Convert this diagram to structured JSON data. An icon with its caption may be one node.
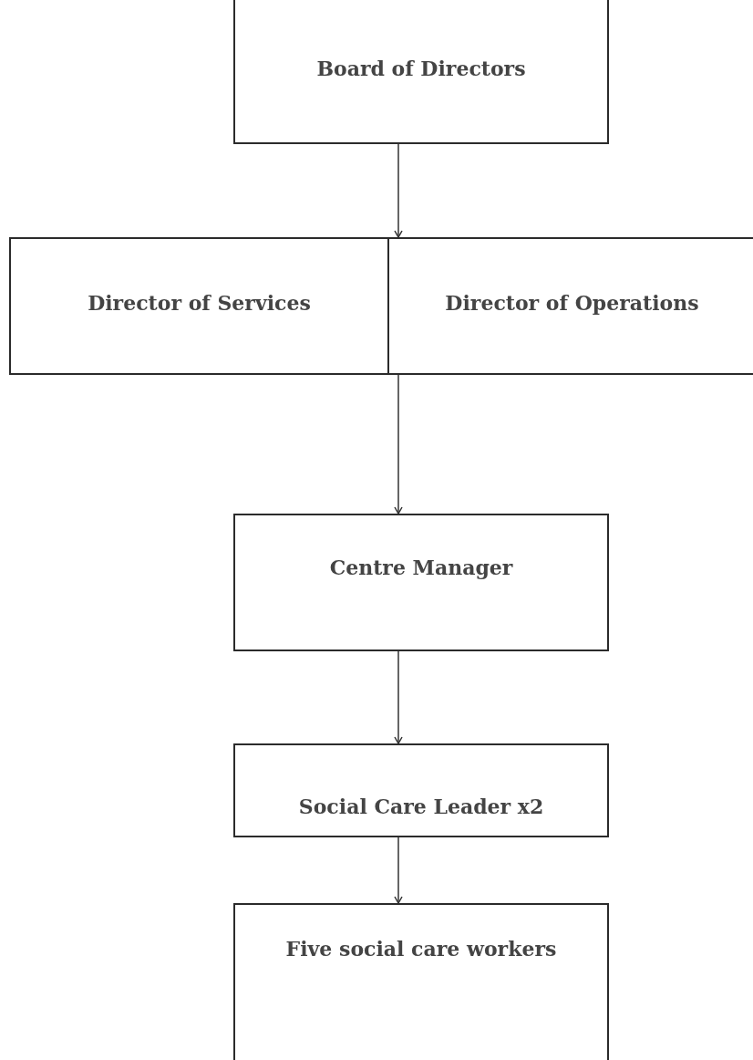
{
  "diagram": {
    "nodes": [
      {
        "text": [
          "Board of Directors"
        ]
      },
      {
        "text": [],
        "shape": "box"
      },
      {
        "text": [
          "Director of Services"
        ],
        "in": 1
      },
      {
        "text": [
          "Director of Operations"
        ],
        "in": 1
      },
      {
        "text": [
          "Centre Manager"
        ]
      },
      {
        "text": [
          "Social Care Leader x2"
        ]
      },
      {
        "text": [
          "Five social care workers"
        ]
      }
    ],
    "edges": [
      {
        "from": 0,
        "to": 1,
        "arrow": "to"
      },
      {
        "from": 1,
        "to": 4,
        "arrow": "to"
      },
      {
        "from": 4,
        "to": 5,
        "arrow": "to"
      },
      {
        "from": 5,
        "to": 6,
        "arrow": "to"
      }
    ]
  }
}
